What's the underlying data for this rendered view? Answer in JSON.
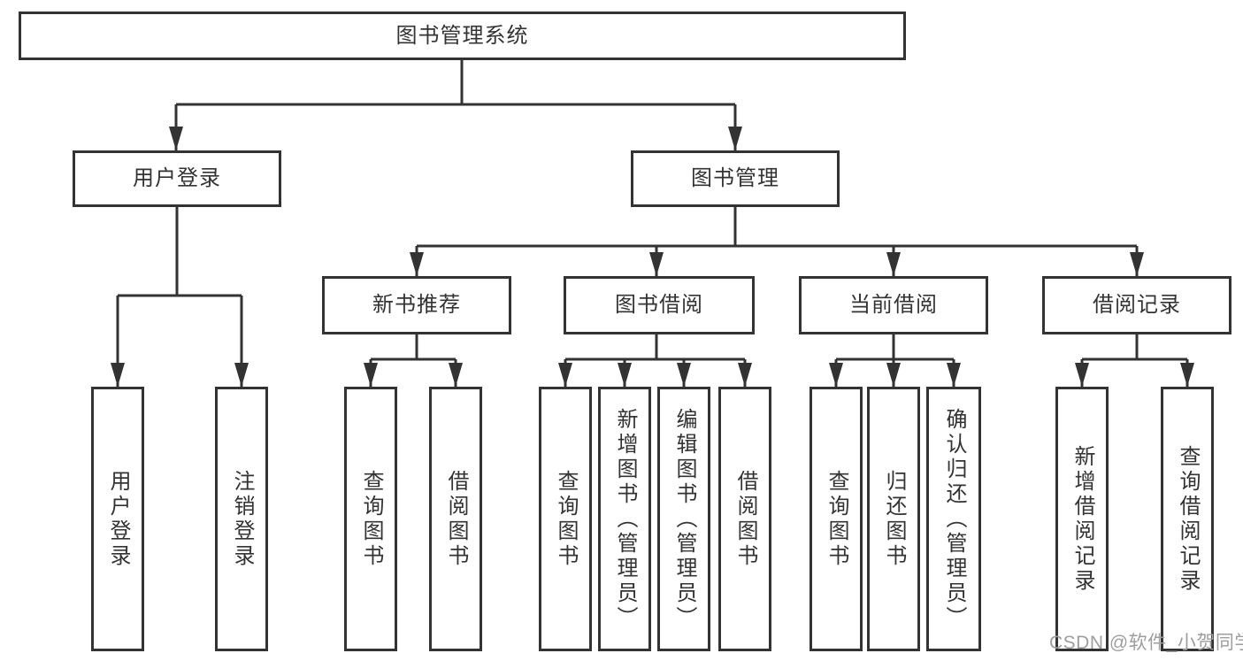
{
  "diagram": {
    "type": "hierarchy-tree",
    "nodes": {
      "root": "图书管理系统",
      "level2": [
        "用户登录",
        "图书管理"
      ],
      "level3": [
        "新书推荐",
        "图书借阅",
        "当前借阅",
        "借阅记录"
      ],
      "leaves": [
        "用户登录",
        "注销登录",
        "查询图书",
        "借阅图书",
        "查询图书",
        "新增图书（管理员）",
        "编辑图书（管理员）",
        "借阅图书",
        "查询图书",
        "归还图书",
        "确认归还（管理员）",
        "新增借阅记录",
        "查询借阅记录"
      ]
    },
    "edges": [
      {
        "from": "图书管理系统",
        "to": [
          "用户登录",
          "图书管理"
        ]
      },
      {
        "from": "用户登录",
        "to": [
          "用户登录",
          "注销登录"
        ]
      },
      {
        "from": "图书管理",
        "to": [
          "新书推荐",
          "图书借阅",
          "当前借阅",
          "借阅记录"
        ]
      },
      {
        "from": "新书推荐",
        "to": [
          "查询图书",
          "借阅图书"
        ]
      },
      {
        "from": "图书借阅",
        "to": [
          "查询图书",
          "新增图书（管理员）",
          "编辑图书（管理员）",
          "借阅图书"
        ]
      },
      {
        "from": "当前借阅",
        "to": [
          "查询图书",
          "归还图书",
          "确认归还（管理员）"
        ]
      },
      {
        "from": "借阅记录",
        "to": [
          "新增借阅记录",
          "查询借阅记录"
        ]
      }
    ],
    "colors": {
      "line": "#333333",
      "box_border": "#333333",
      "text": "#333333",
      "watermark": "#9e9e9e",
      "background": "#ffffff"
    }
  },
  "watermark": "CSDN @软件_小贺同学"
}
